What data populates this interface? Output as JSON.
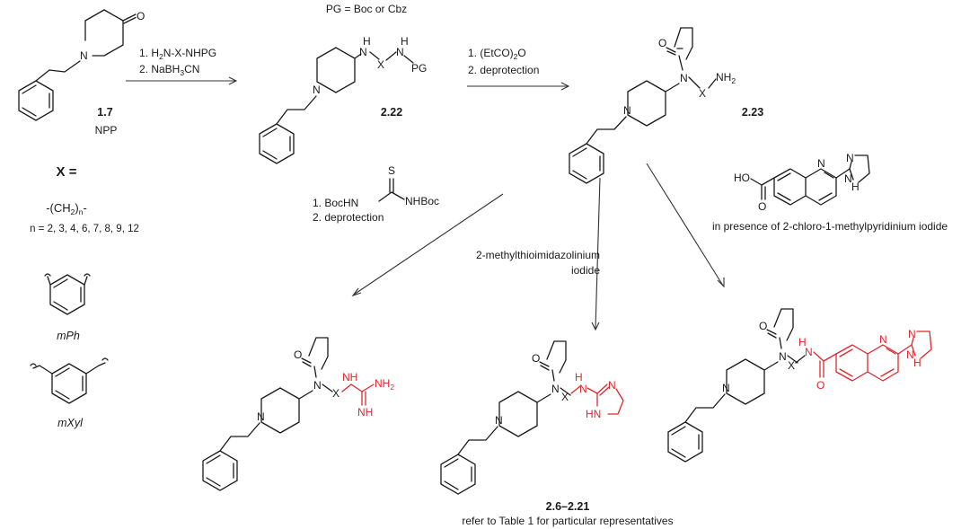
{
  "colors": {
    "ink": "#1a1a1a",
    "highlight": "#e0262b",
    "arrow": "#333333"
  },
  "header": {
    "pg_note": "PG = Boc or Cbz"
  },
  "compounds": {
    "npp": {
      "id": "1.7",
      "name": "NPP"
    },
    "c222": {
      "id": "2.22"
    },
    "c223": {
      "id": "2.23"
    },
    "final": {
      "id": "2.6–2.21",
      "note": "refer to Table 1 for particular representatives"
    }
  },
  "x_definition": {
    "title": "X =",
    "chain": "-(CH2)n-",
    "chain_n": "n = 2, 3, 4, 6, 7, 8, 9, 12",
    "linker_1": "mPh",
    "linker_2": "mXyl"
  },
  "steps": {
    "step1": {
      "line1": "1. H2N-X-NHPG",
      "line2": "2. NaBH3CN"
    },
    "step2": {
      "line1": "1. (EtCO)2O",
      "line2": "2. deprotection"
    },
    "step3": {
      "line1": "1. BocHN",
      "line1b": "NHBoc",
      "line2": "2. deprotection"
    },
    "step4": {
      "line1": "2-methylthioimidazolinium",
      "line2": "iodide"
    },
    "step5": {
      "note": "in presence of 2-chloro-1-methylpyridinium iodide"
    }
  },
  "atoms": {
    "O": "O",
    "N": "N",
    "H": "H",
    "NH": "NH",
    "HN": "HN",
    "X": "X",
    "PG": "PG",
    "NH2": "NH2",
    "S": "S",
    "HO": "HO"
  }
}
